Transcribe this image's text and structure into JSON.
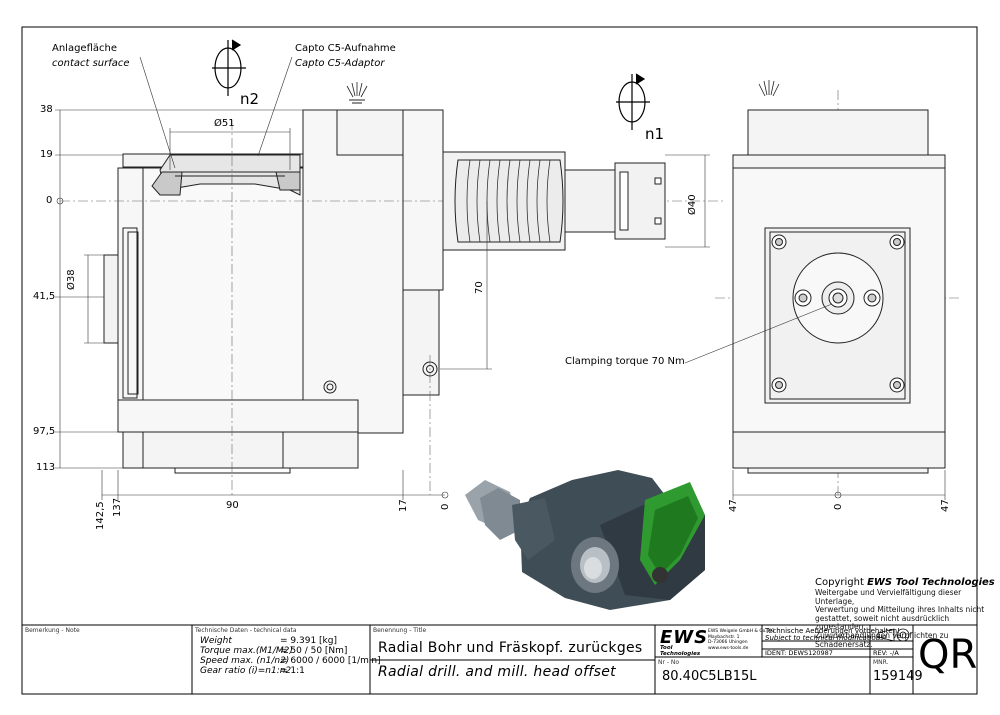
{
  "annotations": {
    "contact_de": "Anlagefläche",
    "contact_en": "contact surface",
    "capto_de": "Capto C5-Aufnahme",
    "capto_en": "Capto C5-Adaptor",
    "n2": "n2",
    "n1": "n1",
    "clamping": "Clamping torque 70 Nm"
  },
  "dimensions": {
    "left_vertical": [
      "38",
      "19",
      "0",
      "41,5",
      "97,5",
      "113"
    ],
    "d51": "Ø51",
    "d38": "Ø38",
    "d40": "Ø40",
    "d70": "70",
    "bottom_left": [
      "142,5",
      "137",
      "90",
      "17",
      "0"
    ],
    "bottom_right": [
      "47",
      "0",
      "47"
    ]
  },
  "copyright": {
    "title_prefix": "Copyright",
    "title_brand": "EWS Tool Technologies",
    "lines": [
      "Weitergabe und Vervielfältigung dieser Unterlage,",
      "Verwertung und Mitteilung ihres Inhalts nicht",
      "gestattet, soweit nicht ausdrücklich zugestanden.",
      "Zuwiderhandlungen verpflichten zu Schadenersatz."
    ]
  },
  "title_block": {
    "bemerkung_label": "Bemerkung - Note",
    "tech_label": "Technische Daten - technical data",
    "weight_label": "Weight",
    "weight_value": "=   9.391 [kg]",
    "torque_label": "Torque max.(M1/M2)",
    "torque_value": "=   50 / 50 [Nm]",
    "speed_label": "Speed max.  (n1/n2)",
    "speed_value": "=   6000 / 6000 [1/min]",
    "gear_label": "Gear ratio  (i)=n1:n2",
    "gear_value": "=   1:1",
    "benennung_label": "Benennung - Title",
    "title_de": "Radial Bohr und Fräskopf. zurückges",
    "title_en": "Radial drill. and mill. head offset",
    "logo_text": "EWS",
    "logo_sub": "Tool Technologies",
    "company_lines": [
      "EWS Weigele GmbH & Co. KG",
      "Maybachstr. 1",
      "D-73066 Uhingen",
      "www.ews-tools.de"
    ],
    "note_de": "Technische Aenderungen vorbehalten!",
    "note_en": "Subject to technical modifications!",
    "ident": "IDENT:  DEWS120987",
    "rev": "REV:   -/A",
    "nr_label": "Nr - No",
    "part_no": "80.40C5LB15L",
    "mnr_label": "MNR.",
    "mnr": "159149",
    "qr": "QR"
  }
}
